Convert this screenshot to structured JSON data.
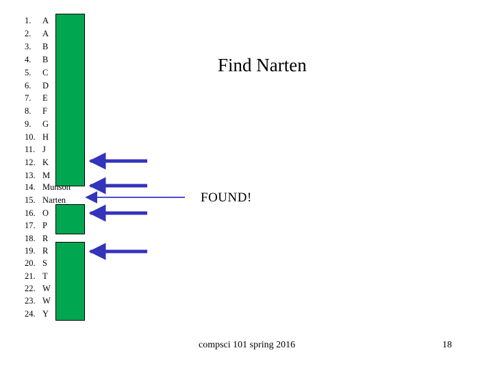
{
  "slide": {
    "title": "Find Narten",
    "found_label": "FOUND!",
    "footer": "compsci 101 spring 2016",
    "page_number": "18"
  },
  "list": [
    {
      "num": "1.",
      "name": "A"
    },
    {
      "num": "2.",
      "name": "A"
    },
    {
      "num": "3.",
      "name": "B"
    },
    {
      "num": "4.",
      "name": "B"
    },
    {
      "num": "5.",
      "name": "C"
    },
    {
      "num": "6.",
      "name": "D"
    },
    {
      "num": "7.",
      "name": "E"
    },
    {
      "num": "8.",
      "name": "F"
    },
    {
      "num": "9.",
      "name": "G"
    },
    {
      "num": "10.",
      "name": "H"
    },
    {
      "num": "11.",
      "name": "J"
    },
    {
      "num": "12.",
      "name": "K"
    },
    {
      "num": "13.",
      "name": "M"
    },
    {
      "num": "14.",
      "name": "Munson"
    },
    {
      "num": "15.",
      "name": "Narten"
    },
    {
      "num": "16.",
      "name": "O"
    },
    {
      "num": "17.",
      "name": "P"
    },
    {
      "num": "18.",
      "name": "R"
    },
    {
      "num": "19.",
      "name": "R"
    },
    {
      "num": "20.",
      "name": "S"
    },
    {
      "num": "21.",
      "name": "T"
    },
    {
      "num": "22.",
      "name": "W"
    },
    {
      "num": "23.",
      "name": "W"
    },
    {
      "num": "24.",
      "name": "Y"
    }
  ],
  "colors": {
    "cover": "#00a650",
    "arrow_blue": "#3333bb"
  }
}
